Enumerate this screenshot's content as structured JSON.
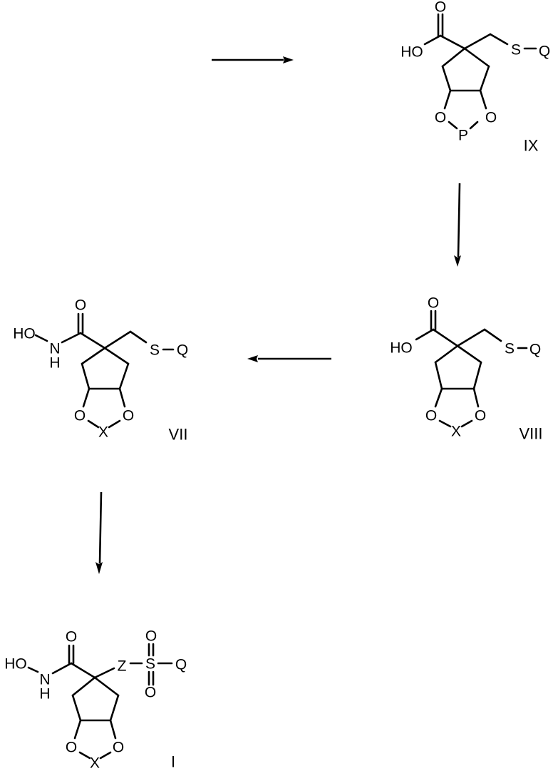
{
  "scheme": {
    "title": "",
    "arrows": [
      {
        "id": "arrow-1",
        "direction": "right",
        "from": "start",
        "to": "IX"
      },
      {
        "id": "arrow-2",
        "direction": "down",
        "from": "IX",
        "to": "VIII"
      },
      {
        "id": "arrow-3",
        "direction": "left",
        "from": "VIII",
        "to": "VII"
      },
      {
        "id": "arrow-4",
        "direction": "down",
        "from": "VII",
        "to": "I"
      }
    ],
    "compounds": {
      "IX": {
        "label": "IX",
        "atoms": {
          "carbonyl_o": "O",
          "hydroxy": "HO",
          "sulfur": "S",
          "q": "Q",
          "ring_o1": "O",
          "ring_o2": "O",
          "bridge": "P",
          "dash": "–"
        }
      },
      "VIII": {
        "label": "VIII",
        "atoms": {
          "carbonyl_o": "O",
          "hydroxy": "HO",
          "sulfur": "S",
          "q": "Q",
          "ring_o1": "O",
          "ring_o2": "O",
          "bridge": "X"
        }
      },
      "VII": {
        "label": "VII",
        "atoms": {
          "carbonyl_o": "O",
          "hydroxy": "HO",
          "nitrogen": "N",
          "n_h": "H",
          "sulfur": "S",
          "q": "Q",
          "ring_o1": "O",
          "ring_o2": "O",
          "bridge": "X"
        }
      },
      "I": {
        "label": "I",
        "atoms": {
          "carbonyl_o": "O",
          "hydroxy": "HO",
          "nitrogen": "N",
          "n_h": "H",
          "z": "Z",
          "sulfur": "S",
          "sulfonyl_o_top": "O",
          "sulfonyl_o_bottom": "O",
          "q": "Q",
          "ring_o1": "O",
          "ring_o2": "O",
          "bridge": "X"
        }
      }
    }
  }
}
